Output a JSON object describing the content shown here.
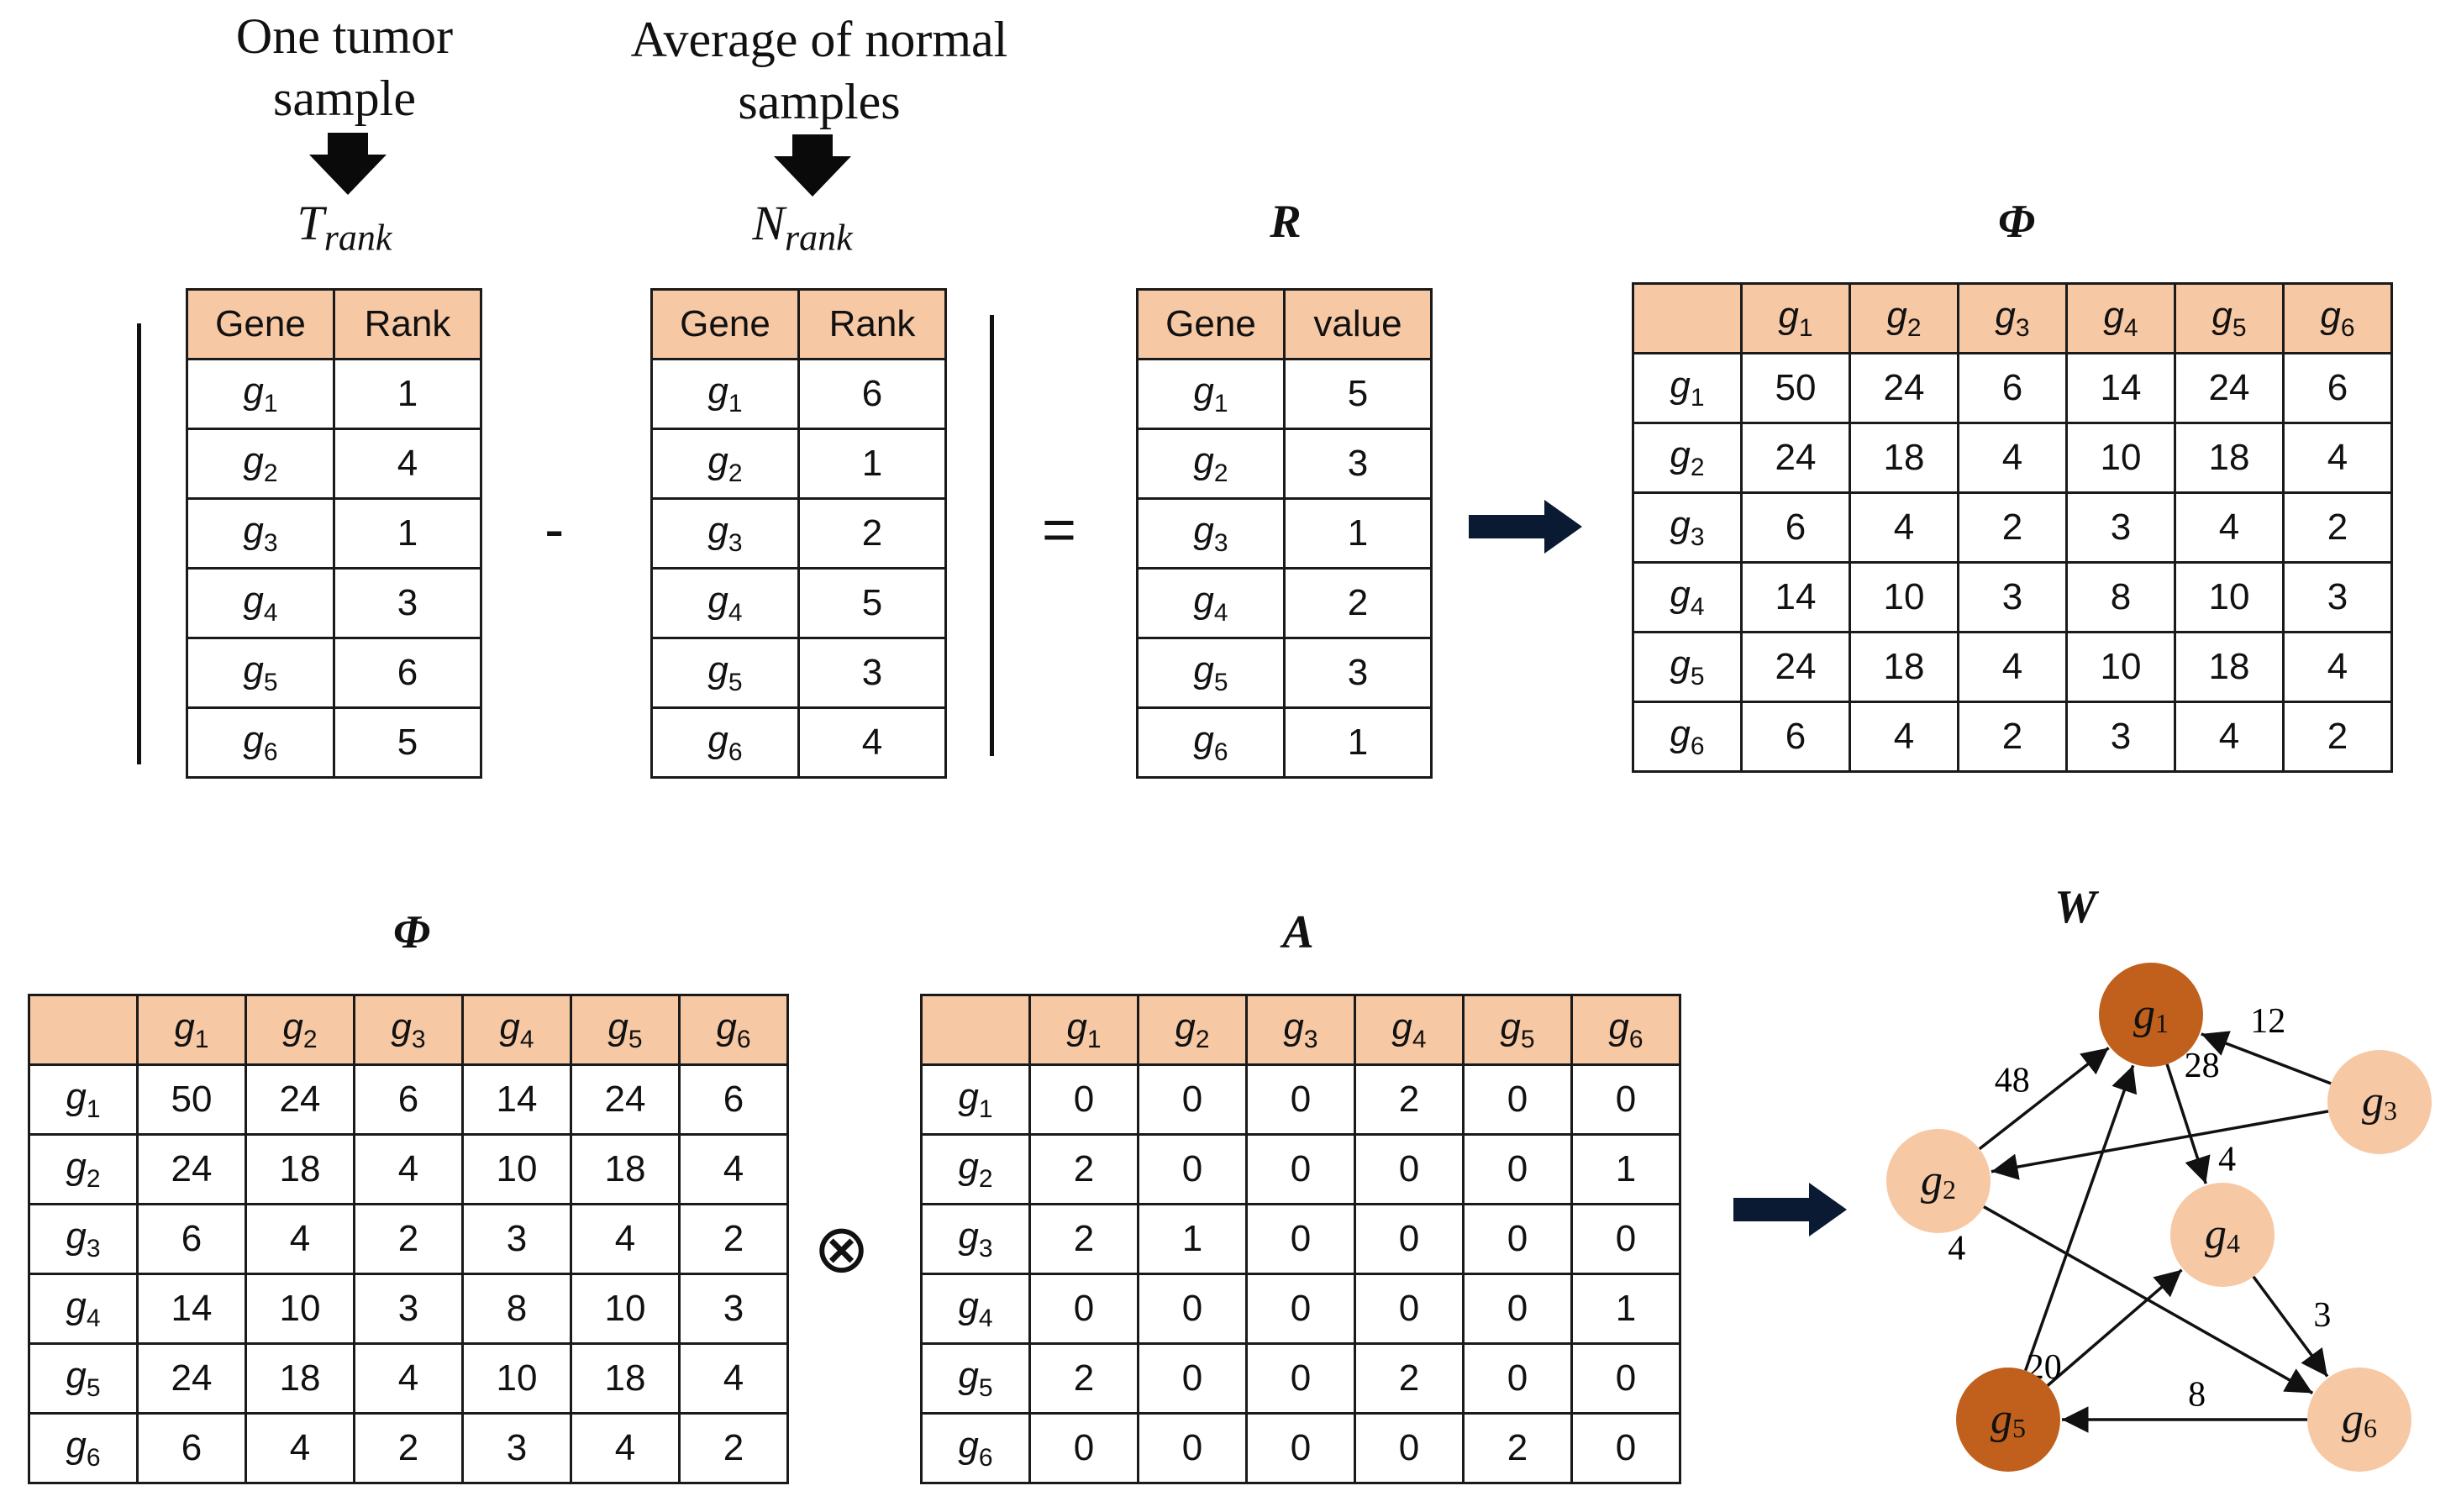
{
  "captions": {
    "tumor": "One tumor sample",
    "normal": "Average of normal samples"
  },
  "labels": {
    "t_rank": "T",
    "t_rank_sub": "rank",
    "n_rank": "N",
    "n_rank_sub": "rank",
    "r": "R",
    "phi_top": "Φ",
    "phi_bottom": "Φ",
    "a": "A",
    "w": "W"
  },
  "operators": {
    "minus": "-",
    "equals": "=",
    "otimes": "⊗"
  },
  "genes": [
    "g1",
    "g2",
    "g3",
    "g4",
    "g5",
    "g6"
  ],
  "t_table": {
    "headers": [
      "Gene",
      "Rank"
    ],
    "rows": [
      [
        "g1",
        "1"
      ],
      [
        "g2",
        "4"
      ],
      [
        "g3",
        "1"
      ],
      [
        "g4",
        "3"
      ],
      [
        "g5",
        "6"
      ],
      [
        "g6",
        "5"
      ]
    ]
  },
  "n_table": {
    "headers": [
      "Gene",
      "Rank"
    ],
    "rows": [
      [
        "g1",
        "6"
      ],
      [
        "g2",
        "1"
      ],
      [
        "g3",
        "2"
      ],
      [
        "g4",
        "5"
      ],
      [
        "g5",
        "3"
      ],
      [
        "g6",
        "4"
      ]
    ]
  },
  "r_table": {
    "headers": [
      "Gene",
      "value"
    ],
    "rows": [
      [
        "g1",
        "5"
      ],
      [
        "g2",
        "3"
      ],
      [
        "g3",
        "1"
      ],
      [
        "g4",
        "2"
      ],
      [
        "g5",
        "3"
      ],
      [
        "g6",
        "1"
      ]
    ]
  },
  "phi_matrix": [
    [
      "50",
      "24",
      "6",
      "14",
      "24",
      "6"
    ],
    [
      "24",
      "18",
      "4",
      "10",
      "18",
      "4"
    ],
    [
      "6",
      "4",
      "2",
      "3",
      "4",
      "2"
    ],
    [
      "14",
      "10",
      "3",
      "8",
      "10",
      "3"
    ],
    [
      "24",
      "18",
      "4",
      "10",
      "18",
      "4"
    ],
    [
      "6",
      "4",
      "2",
      "3",
      "4",
      "2"
    ]
  ],
  "a_matrix": [
    [
      "0",
      "0",
      "0",
      "2",
      "0",
      "0"
    ],
    [
      "2",
      "0",
      "0",
      "0",
      "0",
      "1"
    ],
    [
      "2",
      "1",
      "0",
      "0",
      "0",
      "0"
    ],
    [
      "0",
      "0",
      "0",
      "0",
      "0",
      "1"
    ],
    [
      "2",
      "0",
      "0",
      "2",
      "0",
      "0"
    ],
    [
      "0",
      "0",
      "0",
      "0",
      "2",
      "0"
    ]
  ],
  "network": {
    "nodes": [
      {
        "id": "g1",
        "label": "g",
        "sub": "1",
        "color": "#c0601c"
      },
      {
        "id": "g2",
        "label": "g",
        "sub": "2",
        "color": "#f7c8a4"
      },
      {
        "id": "g3",
        "label": "g",
        "sub": "3",
        "color": "#f7c8a4"
      },
      {
        "id": "g4",
        "label": "g",
        "sub": "4",
        "color": "#f7c8a4"
      },
      {
        "id": "g5",
        "label": "g",
        "sub": "5",
        "color": "#c0601c"
      },
      {
        "id": "g6",
        "label": "g",
        "sub": "6",
        "color": "#f7c8a4"
      }
    ],
    "edges": [
      {
        "from": "g2",
        "to": "g1",
        "weight": "48"
      },
      {
        "from": "g3",
        "to": "g1",
        "weight": "12"
      },
      {
        "from": "g1",
        "to": "g4",
        "weight": "28"
      },
      {
        "from": "g3",
        "to": "g2",
        "weight": "4"
      },
      {
        "from": "g2",
        "to": "g6",
        "weight": "4"
      },
      {
        "from": "g5",
        "to": "g1",
        "weight": "48"
      },
      {
        "from": "g5",
        "to": "g4",
        "weight": "20"
      },
      {
        "from": "g4",
        "to": "g6",
        "weight": "3"
      },
      {
        "from": "g6",
        "to": "g5",
        "weight": "8"
      }
    ]
  },
  "colors": {
    "header_fill": "#f7c8a4",
    "node_dark": "#c0601c",
    "node_light": "#f7c8a4",
    "arrow": "#0a1a33"
  }
}
